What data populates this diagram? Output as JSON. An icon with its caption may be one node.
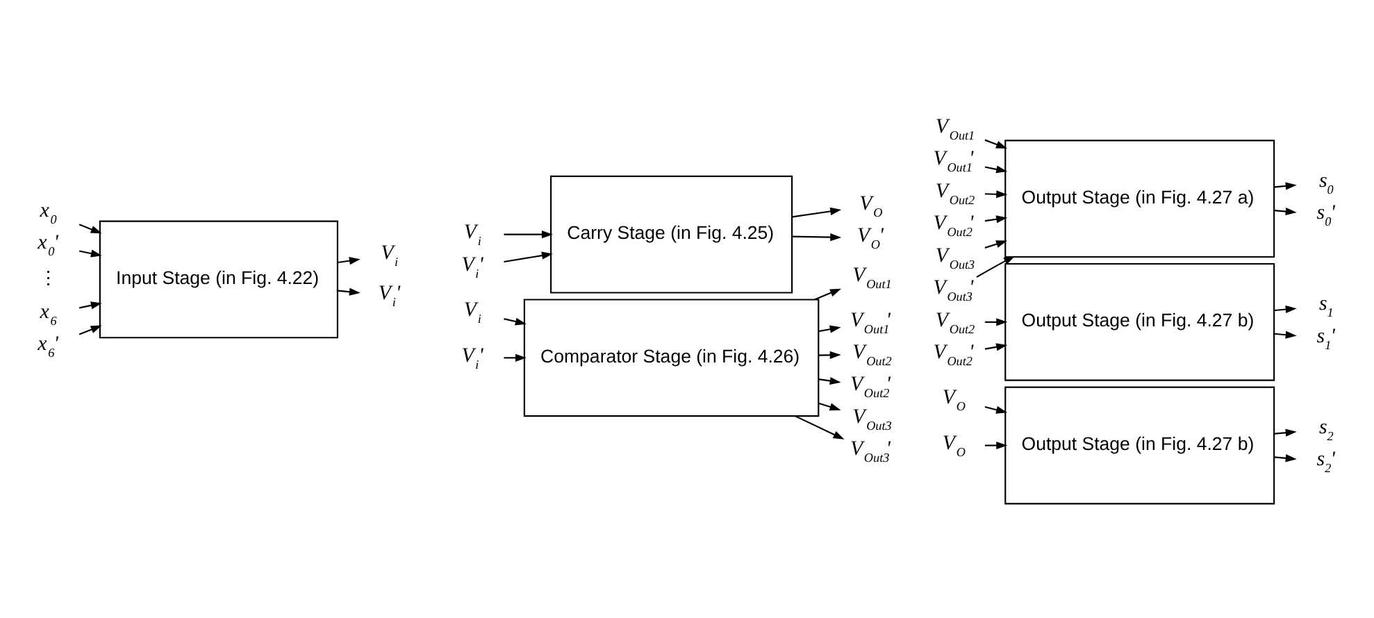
{
  "diagram": {
    "nodes": [
      {
        "text": [
          "x$_{0}$"
        ]
      },
      {
        "text": [
          "x$_{0}$'"
        ]
      },
      {
        "text": [
          "x$_{6}$"
        ]
      },
      {
        "text": [
          "x$_{6}$'"
        ]
      },
      {
        "text": [
          "Input Stage (in Fig. 4.22)"
        ]
      },
      {
        "text": [
          "V$_{i}$"
        ]
      },
      {
        "text": [
          "V$_{i}$'"
        ]
      },
      {
        "text": [
          "V$_{i}$"
        ]
      },
      {
        "text": [
          "V$_{i}$'"
        ]
      },
      {
        "text": [
          "Carry Stage (in Fig. 4.25)"
        ]
      },
      {
        "text": [
          "V$_{O}$"
        ]
      },
      {
        "text": [
          "V$_{O}$'"
        ]
      },
      {
        "text": [
          "V$_{i}$"
        ]
      },
      {
        "text": [
          "V$_{i}$'"
        ]
      },
      {
        "text": [
          "Comparator Stage (in Fig. 4.26)"
        ]
      },
      {
        "text": [
          "V$_{Out1}$"
        ]
      },
      {
        "text": [
          "V$_{Out1}$'"
        ]
      },
      {
        "text": [
          "V$_{Out2}$"
        ]
      },
      {
        "text": [
          "V$_{Out2}$'"
        ]
      },
      {
        "text": [
          "V$_{Out3}$"
        ]
      },
      {
        "text": [
          "V$_{Out3}$'"
        ]
      },
      {
        "text": [
          "V$_{Out1}$"
        ]
      },
      {
        "text": [
          "V$_{Out1}$'"
        ]
      },
      {
        "text": [
          "V$_{Out2}$"
        ]
      },
      {
        "text": [
          "V$_{Out2}$'"
        ]
      },
      {
        "text": [
          "V$_{Out3}$"
        ]
      },
      {
        "text": [
          "V$_{Out3}$'"
        ]
      },
      {
        "text": [
          "Output Stage (in Fig. 4.27 a)"
        ]
      },
      {
        "text": [
          "s$_{0}$"
        ]
      },
      {
        "text": [
          "s$_{0}$'"
        ]
      },
      {
        "text": [
          "V$_{Out2}$"
        ]
      },
      {
        "text": [
          "V$_{Out2}$'"
        ]
      },
      {
        "text": [
          "Output Stage (in Fig. 4.27 b)"
        ]
      },
      {
        "text": [
          "s$_{1}$"
        ]
      },
      {
        "text": [
          "s$_{1}$'"
        ]
      },
      {
        "text": [
          "V$_{O}$"
        ]
      },
      {
        "text": [
          "V$_{O}$"
        ]
      },
      {
        "text": [
          "Output Stage (in Fig. 4.27 b)"
        ]
      },
      {
        "text": [
          "s$_{2}$"
        ]
      },
      {
        "text": [
          "s$_{2}$'"
        ]
      }
    ],
    "edges": [
      {
        "from": 0,
        "to": 4,
        "arrow": "to"
      },
      {
        "from": 1,
        "to": 4,
        "arrow": "to"
      },
      {
        "from": 2,
        "to": 4,
        "arrow": "to"
      },
      {
        "from": 3,
        "to": 4,
        "arrow": "to"
      },
      {
        "from": 4,
        "to": 5,
        "arrow": "to"
      },
      {
        "from": 4,
        "to": 6,
        "arrow": "to"
      },
      {
        "from": 7,
        "to": 9,
        "arrow": "to"
      },
      {
        "from": 8,
        "to": 9,
        "arrow": "to"
      },
      {
        "from": 9,
        "to": 10,
        "arrow": "to"
      },
      {
        "from": 9,
        "to": 11,
        "arrow": "to"
      },
      {
        "from": 12,
        "to": 14,
        "arrow": "to"
      },
      {
        "from": 13,
        "to": 14,
        "arrow": "to"
      },
      {
        "from": 14,
        "to": 15,
        "arrow": "to"
      },
      {
        "from": 14,
        "to": 16,
        "arrow": "to"
      },
      {
        "from": 14,
        "to": 17,
        "arrow": "to"
      },
      {
        "from": 14,
        "to": 18,
        "arrow": "to"
      },
      {
        "from": 14,
        "to": 19,
        "arrow": "to"
      },
      {
        "from": 14,
        "to": 20,
        "arrow": "to"
      },
      {
        "from": 21,
        "to": 27,
        "arrow": "to"
      },
      {
        "from": 22,
        "to": 27,
        "arrow": "to"
      },
      {
        "from": 23,
        "to": 27,
        "arrow": "to"
      },
      {
        "from": 24,
        "to": 27,
        "arrow": "to"
      },
      {
        "from": 25,
        "to": 27,
        "arrow": "to"
      },
      {
        "from": 26,
        "to": 27,
        "arrow": "to"
      },
      {
        "from": 27,
        "to": 28,
        "arrow": "to"
      },
      {
        "from": 27,
        "to": 29,
        "arrow": "to"
      },
      {
        "from": 30,
        "to": 32,
        "arrow": "to"
      },
      {
        "from": 31,
        "to": 32,
        "arrow": "to"
      },
      {
        "from": 32,
        "to": 33,
        "arrow": "to"
      },
      {
        "from": 32,
        "to": 34,
        "arrow": "to"
      },
      {
        "from": 35,
        "to": 37,
        "arrow": "to"
      },
      {
        "from": 36,
        "to": 37,
        "arrow": "to"
      },
      {
        "from": 37,
        "to": 38,
        "arrow": "to"
      },
      {
        "from": 37,
        "to": 39,
        "arrow": "to"
      }
    ],
    "labels": [
      "⋮"
    ]
  }
}
